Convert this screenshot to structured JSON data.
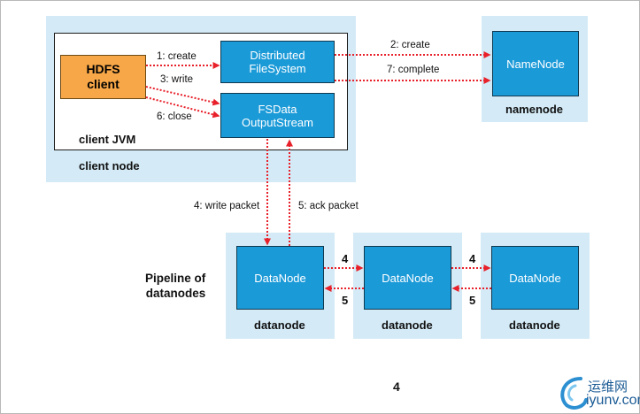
{
  "client_node": {
    "zone_label": "client node",
    "jvm_label": "client JVM",
    "hdfs_client": [
      "HDFS",
      "client"
    ],
    "distributed_fs": [
      "Distributed",
      "FileSystem"
    ],
    "fsdata_output": [
      "FSData",
      "OutputStream"
    ]
  },
  "namenode": {
    "box_label": "NameNode",
    "zone_label": "namenode"
  },
  "pipeline": {
    "label": [
      "Pipeline of",
      "datanodes"
    ],
    "datanodes": [
      {
        "box_label": "DataNode",
        "zone_label": "datanode"
      },
      {
        "box_label": "DataNode",
        "zone_label": "datanode"
      },
      {
        "box_label": "DataNode",
        "zone_label": "datanode"
      }
    ],
    "forward_step": "4",
    "ack_step": "5"
  },
  "steps": {
    "create_client": "1: create",
    "write": "3: write",
    "close": "6: close",
    "create_namenode": "2: create",
    "complete": "7: complete",
    "write_packet": "4: write packet",
    "ack_packet": "5: ack packet"
  },
  "page_number": "4",
  "watermark": {
    "text_cn": "运维网",
    "text_en": "iyunv.com"
  },
  "colors": {
    "zone": "#d4ebf7",
    "node": "#1b9ad8",
    "client": "#f7a748",
    "arrow": "#e8202a"
  }
}
